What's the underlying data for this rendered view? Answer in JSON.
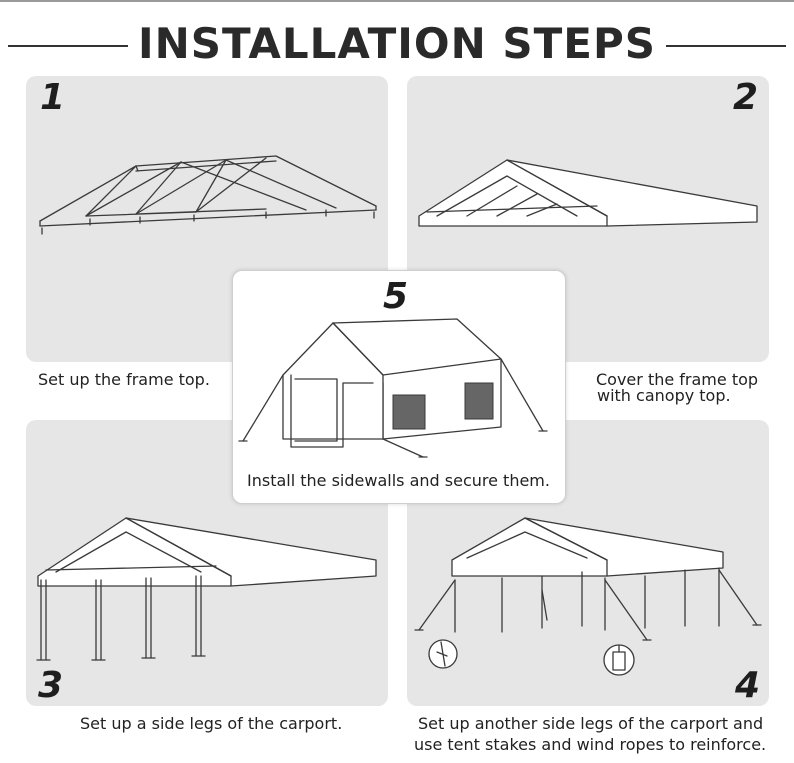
{
  "title": "INSTALLATION STEPS",
  "steps": [
    {
      "number": "1",
      "caption": "Set up the frame top."
    },
    {
      "number": "2",
      "caption_line1": "Cover the frame top",
      "caption_line2": "with canopy top."
    },
    {
      "number": "3",
      "caption": "Set up a side legs of the carport."
    },
    {
      "number": "4",
      "caption_line1": "Set up another side legs of the carport and",
      "caption_line2": "use tent stakes and wind ropes to reinforce."
    },
    {
      "number": "5",
      "caption": "Install the sidewalls and secure them."
    }
  ],
  "colors": {
    "panel_background": "#e6e6e6",
    "text": "#222222",
    "line_art": "#3a3a3a"
  }
}
